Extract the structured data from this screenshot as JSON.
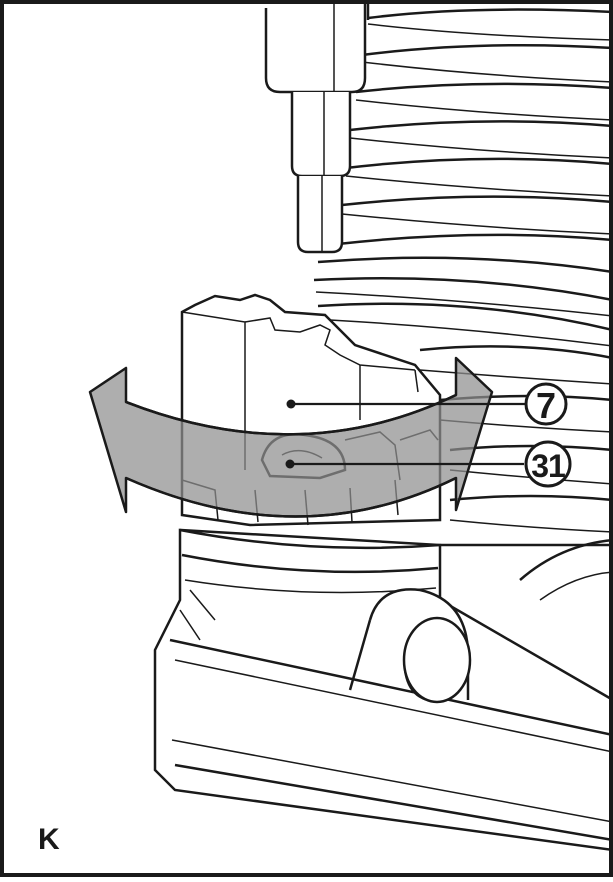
{
  "figure": {
    "panel_letter": "K",
    "callouts": [
      {
        "number": "7"
      },
      {
        "number": "31"
      }
    ],
    "colors": {
      "outline": "#1a1a1a",
      "arrow_fill": "#8f8f8f",
      "shadow": "#d4d4d4",
      "background": "#ffffff"
    }
  }
}
